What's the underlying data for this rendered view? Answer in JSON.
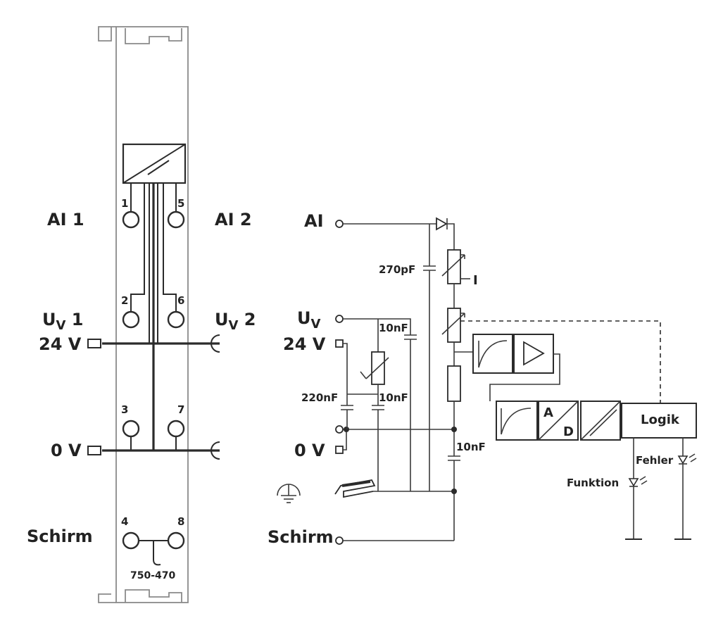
{
  "module": {
    "label": "750-470",
    "terminals": [
      "1",
      "2",
      "3",
      "4",
      "5",
      "6",
      "7",
      "8"
    ]
  },
  "left_labels": {
    "ai1": "AI 1",
    "ai2": "AI 2",
    "uv1_main": "U",
    "uv1_sub": "V",
    "uv1_num": " 1",
    "uv2_main": "U",
    "uv2_sub": "V",
    "uv2_num": " 2",
    "v24": "24 V",
    "v0": "0 V",
    "schirm": "Schirm"
  },
  "circuit": {
    "ai": "AI",
    "uv_main": "U",
    "uv_sub": "V",
    "v24": "24 V",
    "v0": "0 V",
    "schirm": "Schirm",
    "c270": "270pF",
    "c10a": "10nF",
    "c10b": "10nF",
    "c10c": "10nF",
    "c220": "220nF",
    "current": "I",
    "adc_a": "A",
    "adc_d": "D",
    "logik": "Logik",
    "fehler": "Fehler",
    "funktion": "Funktion"
  },
  "colors": {
    "ink": "#2b2b2b",
    "module_fill": "#ffffff",
    "background": "#ffffff"
  }
}
